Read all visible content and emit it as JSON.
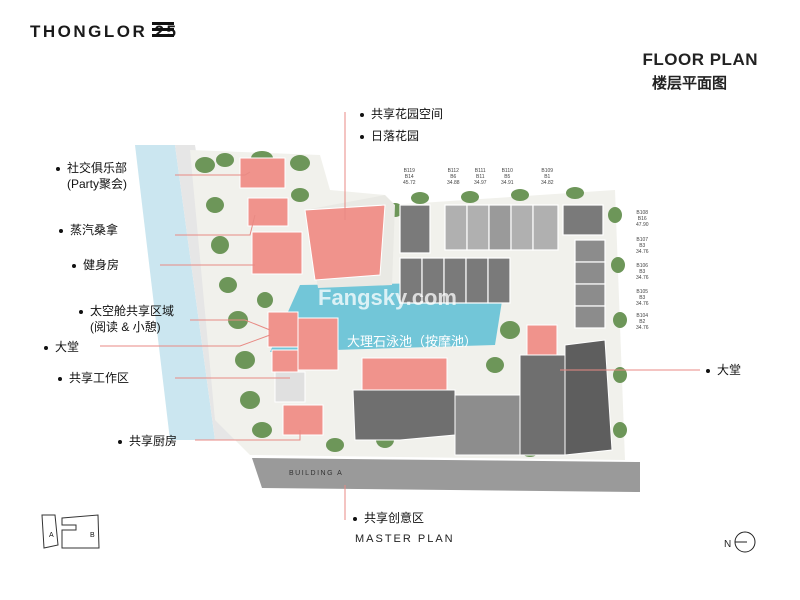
{
  "header": {
    "brand": "THONGLOR 25",
    "title": "FLOOR PLAN",
    "subtitle": "楼层平面图"
  },
  "labels": {
    "shared_garden": "共享花园空间",
    "sunset_garden": "日落花园",
    "party_club": "社交俱乐部",
    "party_club_sub": "(Party聚会)",
    "sauna": "蒸汽桑拿",
    "gym": "健身房",
    "capsule": "太空舱共享区域",
    "capsule_sub": "(阅读 & 小憩)",
    "lobby_left": "大堂",
    "cowork": "共享工作区",
    "kitchen": "共享厨房",
    "lobby_right": "大堂",
    "creative": "共享创意区",
    "pool": "大理石泳池（按摩池）"
  },
  "map": {
    "master_plan": "MASTER PLAN",
    "building_a": "BUILDING A",
    "watermark": "Fangsky.com",
    "north": "N",
    "key_a": "A",
    "key_b": "B"
  },
  "units_top": [
    {
      "code": "B119",
      "sub": "B14",
      "area": "45.72"
    },
    {
      "code": "B112",
      "sub": "B6",
      "area": "34.88"
    },
    {
      "code": "B111",
      "sub": "B11",
      "area": "34.97"
    },
    {
      "code": "B110",
      "sub": "B5",
      "area": "34.91"
    },
    {
      "code": "B109",
      "sub": "B1",
      "area": "34.82"
    }
  ],
  "units_right": [
    {
      "code": "B108",
      "sub": "B16",
      "area": "47.90"
    },
    {
      "code": "B107",
      "sub": "B3",
      "area": "34.76"
    },
    {
      "code": "B106",
      "sub": "B3",
      "area": "34.76"
    },
    {
      "code": "B105",
      "sub": "B3",
      "area": "34.76"
    },
    {
      "code": "B104",
      "sub": "B2",
      "area": "34.76"
    }
  ],
  "colors": {
    "amenity": "#f08b84",
    "water": "#bfe1ee",
    "pool": "#6ec7d8",
    "greenery": "#5f8a4c",
    "building_dark": "#6e6e6e",
    "building_grey": "#a6a6a6",
    "line": "#e88a84"
  }
}
